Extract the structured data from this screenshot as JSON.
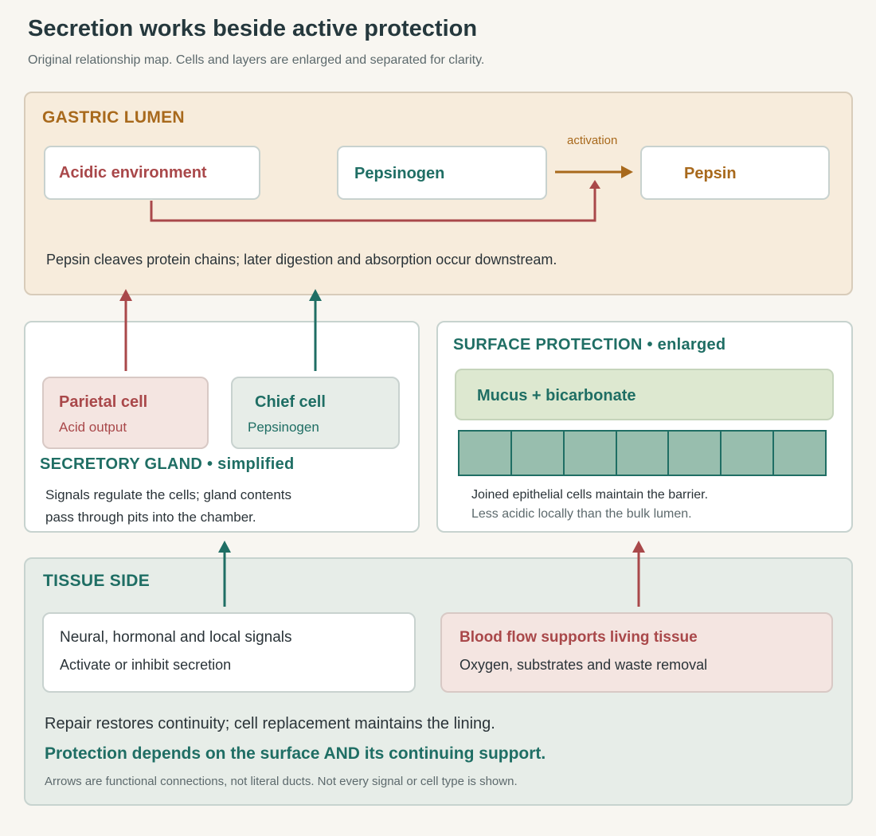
{
  "header": {
    "title": "Secretion works beside active protection",
    "subtitle": "Original relationship map. Cells and layers are enlarged and separated for clarity."
  },
  "lumen": {
    "heading": "GASTRIC LUMEN",
    "acidic": "Acidic environment",
    "pepsinogen": "Pepsinogen",
    "pepsin": "Pepsin",
    "activation": "activation",
    "note": "Pepsin cleaves protein chains; later digestion and absorption occur downstream."
  },
  "gland": {
    "heading": "SECRETORY GLAND • simplified",
    "parietal_title": "Parietal cell",
    "parietal_sub": "Acid output",
    "chief_title": "Chief cell",
    "chief_sub": "Pepsinogen",
    "text_line1": "Signals regulate the cells; gland contents",
    "text_line2": "pass through pits into the chamber."
  },
  "surface": {
    "heading": "SURFACE PROTECTION • enlarged",
    "mucus": "Mucus + bicarbonate",
    "line1": "Joined epithelial cells maintain the barrier.",
    "line2": "Less acidic locally than the bulk lumen."
  },
  "tissue": {
    "heading": "TISSUE SIDE",
    "signals_title": "Neural, hormonal and local signals",
    "signals_sub": "Activate or inhibit secretion",
    "blood_title": "Blood flow supports living tissue",
    "blood_sub": "Oxygen, substrates and waste removal",
    "repair": "Repair restores continuity; cell replacement maintains the lining.",
    "protection": "Protection depends on the surface AND its continuing support.",
    "footnote": "Arrows are functional connections, not literal ducts. Not every signal or cell type is shown."
  },
  "colors": {
    "teal": "#1f6e64",
    "red": "#a9484a",
    "amber": "#a8691c"
  }
}
